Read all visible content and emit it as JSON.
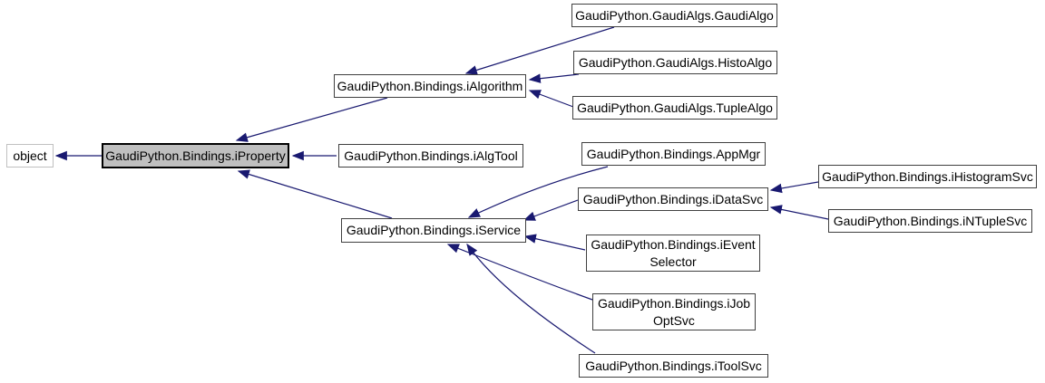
{
  "diagram": {
    "type": "class-inheritance-graph",
    "highlighted_node": "GaudiPython.Bindings.iProperty",
    "colors": {
      "background": "#ffffff",
      "edge": "#191970",
      "node_border": "#404040",
      "node_fill": "#ffffff",
      "highlight_node_fill": "#bfbfbf",
      "highlight_node_border": "#000000",
      "external_node_border": "#c0c0c0",
      "text": "#000000"
    },
    "nodes": {
      "object": {
        "label": "object"
      },
      "iProperty": {
        "label": "GaudiPython.Bindings.iProperty"
      },
      "iAlgorithm": {
        "label": "GaudiPython.Bindings.iAlgorithm"
      },
      "iAlgTool": {
        "label": "GaudiPython.Bindings.iAlgTool"
      },
      "iService": {
        "label": "GaudiPython.Bindings.iService"
      },
      "GaudiAlgo": {
        "label": "GaudiPython.GaudiAlgs.GaudiAlgo"
      },
      "HistoAlgo": {
        "label": "GaudiPython.GaudiAlgs.HistoAlgo"
      },
      "TupleAlgo": {
        "label": "GaudiPython.GaudiAlgs.TupleAlgo"
      },
      "AppMgr": {
        "label": "GaudiPython.Bindings.AppMgr"
      },
      "iDataSvc": {
        "label": "GaudiPython.Bindings.iDataSvc"
      },
      "iEventSelector": {
        "label": "GaudiPython.Bindings.iEvent\nSelector"
      },
      "iJobOptSvc": {
        "label": "GaudiPython.Bindings.iJob\nOptSvc"
      },
      "iToolSvc": {
        "label": "GaudiPython.Bindings.iToolSvc"
      },
      "iHistogramSvc": {
        "label": "GaudiPython.Bindings.iHistogramSvc"
      },
      "iNTupleSvc": {
        "label": "GaudiPython.Bindings.iNTupleSvc"
      }
    },
    "edges": [
      {
        "from": "GaudiPython.Bindings.iProperty",
        "to": "object"
      },
      {
        "from": "GaudiPython.Bindings.iAlgorithm",
        "to": "GaudiPython.Bindings.iProperty"
      },
      {
        "from": "GaudiPython.Bindings.iAlgTool",
        "to": "GaudiPython.Bindings.iProperty"
      },
      {
        "from": "GaudiPython.Bindings.iService",
        "to": "GaudiPython.Bindings.iProperty"
      },
      {
        "from": "GaudiPython.GaudiAlgs.GaudiAlgo",
        "to": "GaudiPython.Bindings.iAlgorithm"
      },
      {
        "from": "GaudiPython.GaudiAlgs.HistoAlgo",
        "to": "GaudiPython.Bindings.iAlgorithm"
      },
      {
        "from": "GaudiPython.GaudiAlgs.TupleAlgo",
        "to": "GaudiPython.Bindings.iAlgorithm"
      },
      {
        "from": "GaudiPython.Bindings.AppMgr",
        "to": "GaudiPython.Bindings.iService"
      },
      {
        "from": "GaudiPython.Bindings.iDataSvc",
        "to": "GaudiPython.Bindings.iService"
      },
      {
        "from": "GaudiPython.Bindings.iEventSelector",
        "to": "GaudiPython.Bindings.iService"
      },
      {
        "from": "GaudiPython.Bindings.iJobOptSvc",
        "to": "GaudiPython.Bindings.iService"
      },
      {
        "from": "GaudiPython.Bindings.iToolSvc",
        "to": "GaudiPython.Bindings.iService"
      },
      {
        "from": "GaudiPython.Bindings.iHistogramSvc",
        "to": "GaudiPython.Bindings.iDataSvc"
      },
      {
        "from": "GaudiPython.Bindings.iNTupleSvc",
        "to": "GaudiPython.Bindings.iDataSvc"
      }
    ]
  }
}
